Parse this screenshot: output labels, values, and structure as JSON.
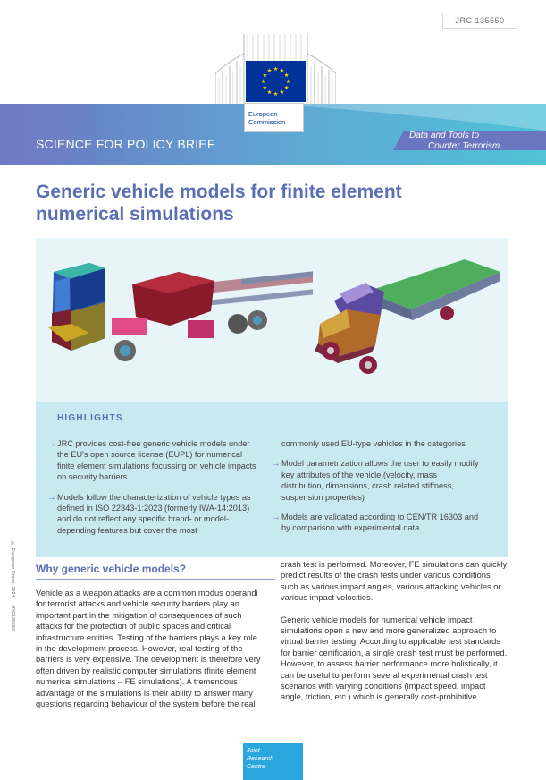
{
  "header": {
    "reference": "JRC 135550",
    "publisher_line1": "European",
    "publisher_line2": "Commission",
    "series": "SCIENCE FOR POLICY BRIEF",
    "topic_line1": "Data and Tools to",
    "topic_line2": "Counter Terrorism"
  },
  "title": {
    "line1": "Generic vehicle models for finite element",
    "line2": "numerical simulations"
  },
  "highlights": {
    "heading": "HIGHLIGHTS",
    "items": [
      "JRC provides cost-free generic vehicle models under the EU's open source license (EUPL) for numerical finite element simulations focussing on vehicle impacts on security barriers",
      "Models follow the characterization of vehicle types as defined in ISO 22343-1:2023 (formerly IWA-14:2013) and do not reflect any specific brand- or model-depending features but cover the most",
      "commonly used EU-type vehicles in the categories",
      "Model parametrization allows the user to easily modify key attributes of the vehicle (velocity, mass distribution, dimensions, crash related stiffness, suspension properties)",
      "Models are validated according to CEN/TR 16303 and by comparison with experimental data"
    ]
  },
  "side_note": "© European Union, 2024 — JRC135550",
  "section": {
    "heading": "Why generic vehicle models?",
    "left_text": "Vehicle as a weapon attacks are a common modus operandi for terrorist attacks and vehicle security barriers play an important part in the mitigation of consequences of such attacks for the protection of public spaces and critical infrastructure entities. Testing of the barriers plays a key role in the development process. However, real testing of the barriers is very expensive. The development is therefore very often driven by realistic computer simulations (finite element numerical simulations – FE simulations). A tremendous advantage of the simulations is their ability to answer many questions regarding behaviour of the system before the real",
    "right_text_1": "crash test is performed. Moreover, FE simulations can quickly predict results of the crash tests under various conditions such as various impact angles, various attacking vehicles or various impact velocities.",
    "right_text_2": "Generic vehicle models for numerical vehicle impact simulations open a new and more generalized approach to virtual barrier testing. According to applicable test standards for barrier certification, a single crash test must be performed. However, to assess barrier performance more holistically, it can be useful to perform several experimental crash test scenarios with varying conditions (impact speed, impact angle, friction, etc.) which is generally cost-prohibitive."
  },
  "footer": {
    "jrc_line1": "Joint",
    "jrc_line2": "Research",
    "jrc_line3": "Centre"
  },
  "colors": {
    "title_blue": "#5b6fb7",
    "band_purple": "#6b76c0",
    "band_teal": "#5ac1d6",
    "highlight_bg": "#c9e9f0",
    "figure_bg": "#e7f5f9",
    "eu_flag": "#003399",
    "eu_star": "#ffcc00",
    "jrc_blue": "#29a6dc"
  },
  "icons": [
    "eu-building-logo",
    "eu-flag-icon",
    "arrow-bullet-icon"
  ]
}
